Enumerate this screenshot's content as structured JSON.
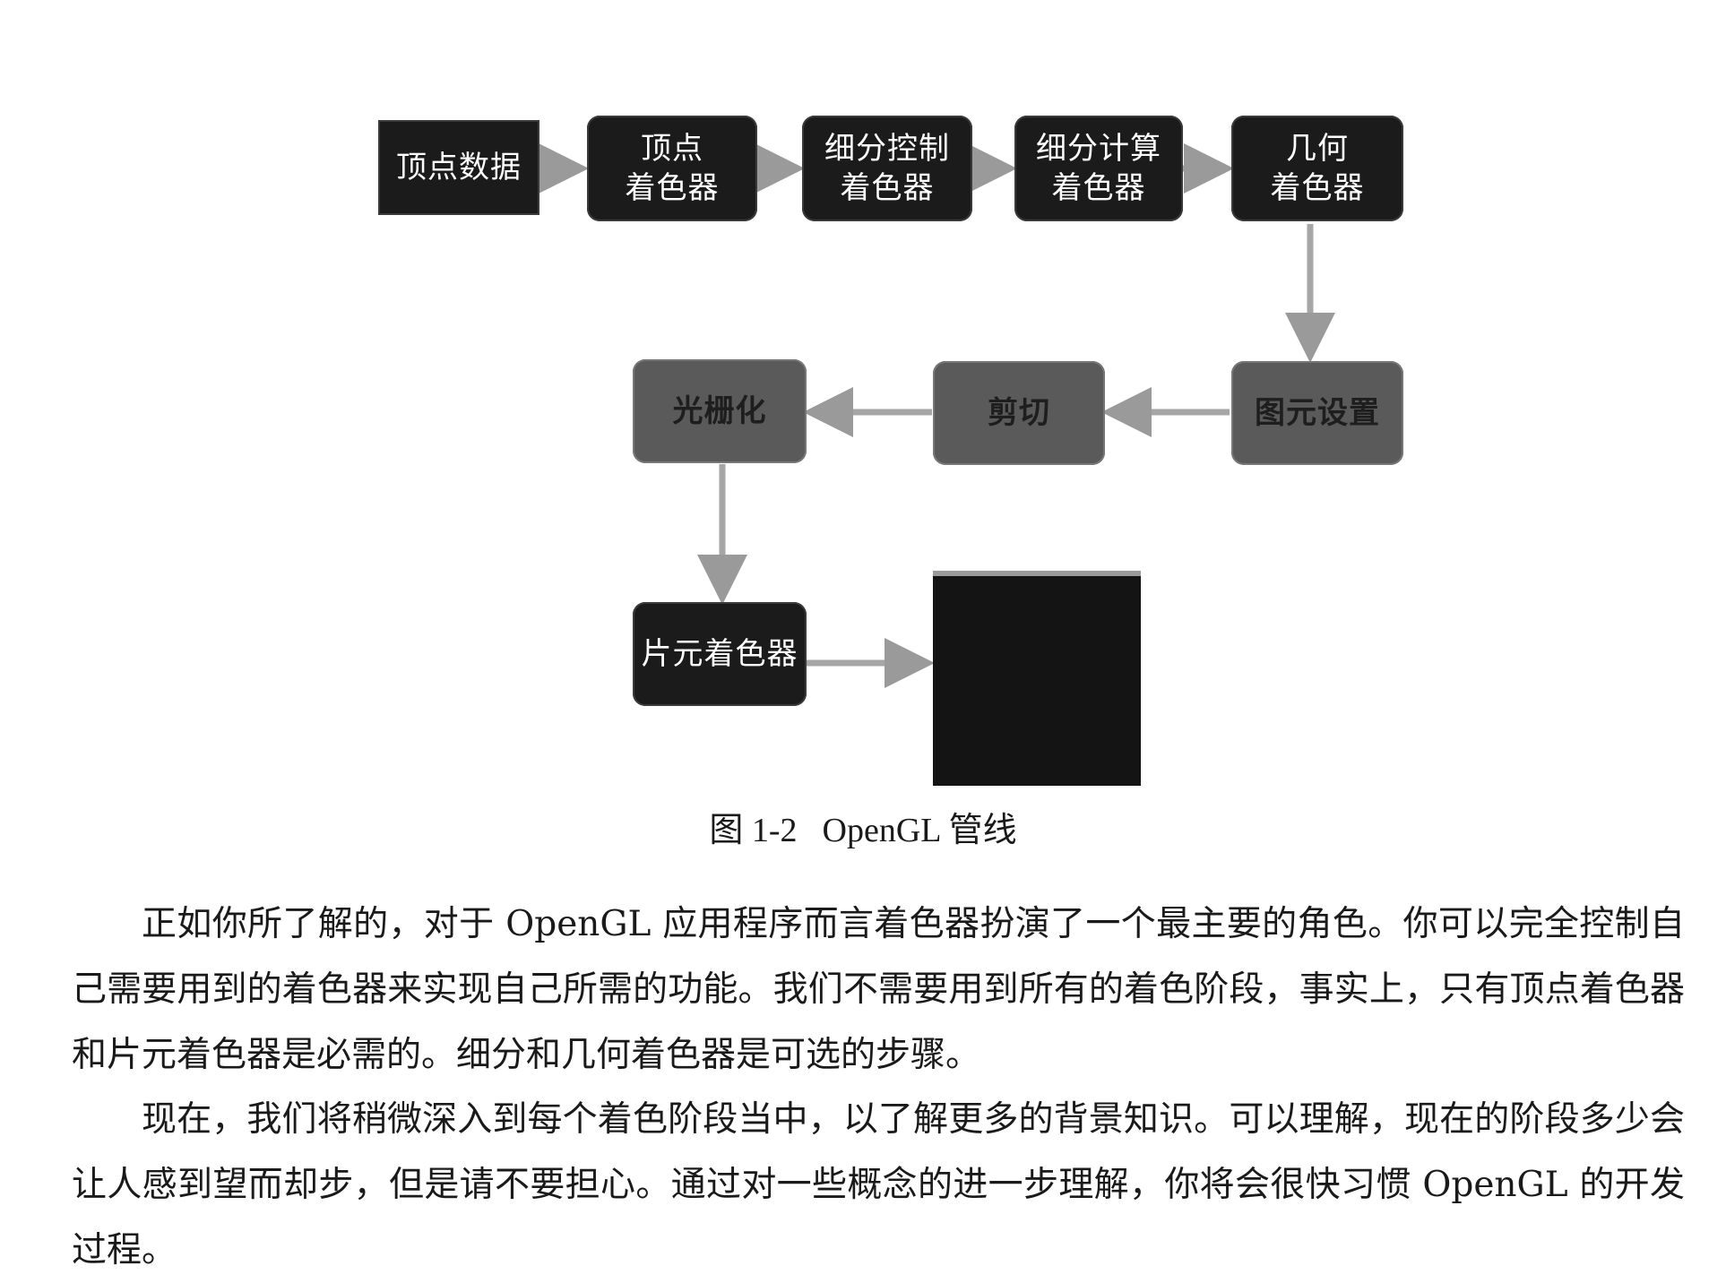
{
  "diagram": {
    "nodes": [
      {
        "id": "vertex-data",
        "label": "顶点数据"
      },
      {
        "id": "vertex-shader",
        "label": "顶点\n着色器"
      },
      {
        "id": "tess-control-shader",
        "label": "细分控制\n着色器"
      },
      {
        "id": "tess-eval-shader",
        "label": "细分计算\n着色器"
      },
      {
        "id": "geometry-shader",
        "label": "几何\n着色器"
      },
      {
        "id": "primitive-setup",
        "label": "图元设置"
      },
      {
        "id": "clipping",
        "label": "剪切"
      },
      {
        "id": "rasterization",
        "label": "光栅化"
      },
      {
        "id": "fragment-shader",
        "label": "片元着色器"
      }
    ],
    "edges": [
      [
        "vertex-data",
        "vertex-shader"
      ],
      [
        "vertex-shader",
        "tess-control-shader"
      ],
      [
        "tess-control-shader",
        "tess-eval-shader"
      ],
      [
        "tess-eval-shader",
        "geometry-shader"
      ],
      [
        "geometry-shader",
        "primitive-setup"
      ],
      [
        "primitive-setup",
        "clipping"
      ],
      [
        "clipping",
        "rasterization"
      ],
      [
        "rasterization",
        "fragment-shader"
      ],
      [
        "fragment-shader",
        "output"
      ]
    ]
  },
  "caption": {
    "number": "图 1-2",
    "title": "OpenGL 管线"
  },
  "paragraphs": [
    "正如你所了解的，对于 OpenGL 应用程序而言着色器扮演了一个最主要的角色。你可以完全控制自己需要用到的着色器来实现自己所需的功能。我们不需要用到所有的着色阶段，事实上，只有顶点着色器和片元着色器是必需的。细分和几何着色器是可选的步骤。",
    "现在，我们将稍微深入到每个着色阶段当中，以了解更多的背景知识。可以理解，现在的阶段多少会让人感到望而却步，但是请不要担心。通过对一些概念的进一步理解，你将会很快习惯 OpenGL 的开发过程。"
  ]
}
